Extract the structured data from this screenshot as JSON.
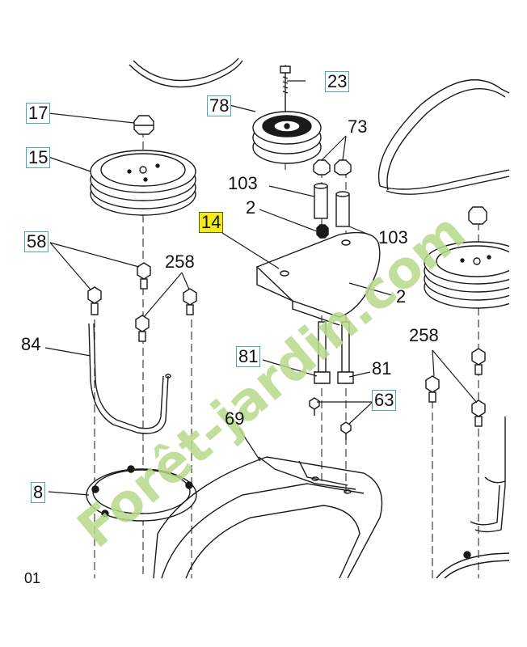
{
  "labels": {
    "l17": "17",
    "l15": "15",
    "l78": "78",
    "l23": "23",
    "l73": "73",
    "l103a": "103",
    "l103b": "103",
    "l2a": "2",
    "l2b": "2",
    "l14": "14",
    "l58": "58",
    "l258a": "258",
    "l258b": "258",
    "l84": "84",
    "l81a": "81",
    "l81b": "81",
    "l63": "63",
    "l69": "69",
    "l8": "8",
    "l01": "01"
  },
  "watermark": {
    "text": "Forêt-jardin.com",
    "colors": [
      "#b7d98a",
      "#f4b98a",
      "#c8c0b2"
    ]
  },
  "colors": {
    "line": "#1a1a1a",
    "label_box_border": "#4aa7c4",
    "highlight": "#f2ea1b"
  }
}
